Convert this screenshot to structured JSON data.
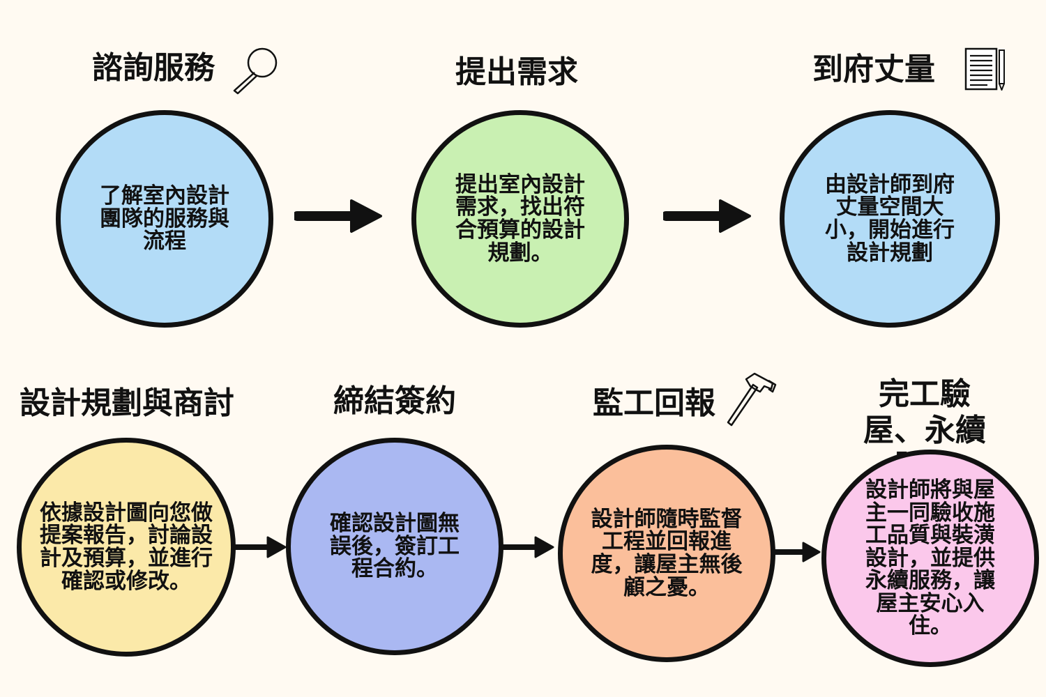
{
  "colors": {
    "background": "#fffaf2",
    "blue": "#b3dcf7",
    "green": "#c9f0b2",
    "yellow": "#fbe9a9",
    "violet": "#aab8f2",
    "orange": "#fbbf9b",
    "pink": "#fbc8eb"
  },
  "steps": [
    {
      "title": "諮詢服務",
      "text": "了解室內設計團隊的服務與流程",
      "color": "blue",
      "icon": "magnifier-icon"
    },
    {
      "title": "提出需求",
      "text": "提出室內設計需求，找出符合預算的設計規劃。",
      "color": "green"
    },
    {
      "title": "到府丈量",
      "text": "由設計師到府丈量空間大小，開始進行設計規劃",
      "color": "blue",
      "icon": "document-pencil-icon"
    },
    {
      "title": "設計規劃與商討",
      "text": "依據設計圖向您做提案報告，討論設計及預算，並進行確認或修改。",
      "color": "yellow"
    },
    {
      "title": "締結簽約",
      "text": "確認設計圖無誤後，簽訂工程合約。",
      "color": "violet"
    },
    {
      "title": "監工回報",
      "text": "設計師隨時監督工程並回報進度，讓屋主無後顧之憂。",
      "color": "orange",
      "icon": "hammer-icon"
    },
    {
      "title": "完工驗屋、永續服務",
      "text": "設計師將與屋主一同驗收施工品質與裝潢設計，並提供永續服務，讓屋主安心入住。",
      "color": "pink"
    }
  ]
}
